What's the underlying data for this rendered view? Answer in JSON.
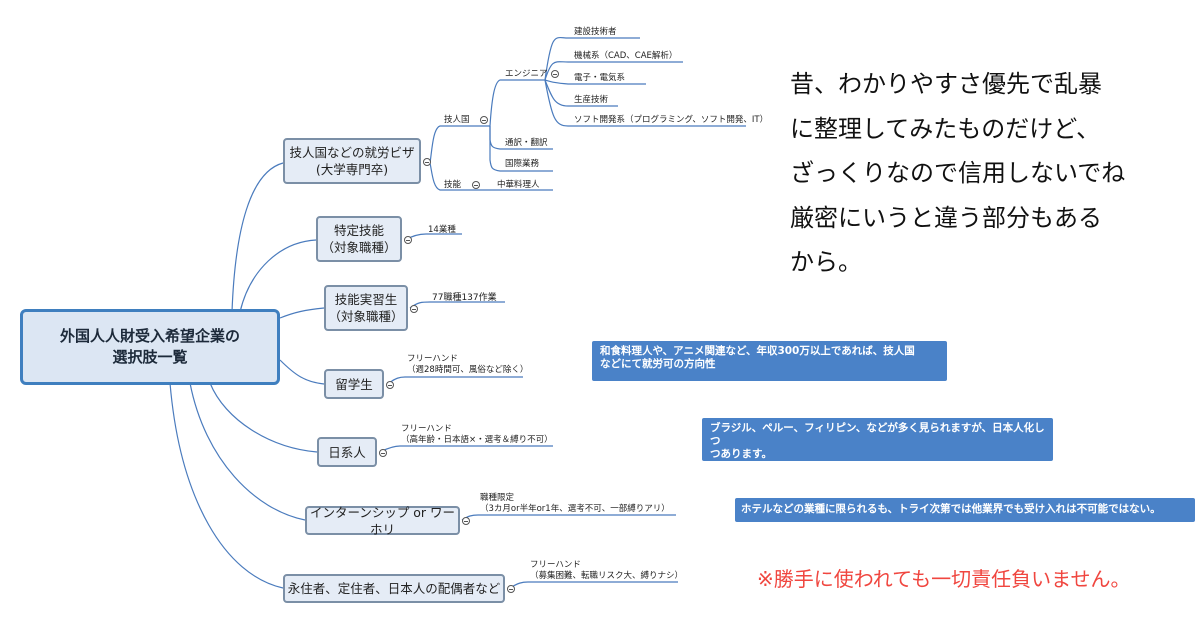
{
  "root": "外国人人財受入希望企業の\n選択肢一覧",
  "branches": {
    "gijinkoku": {
      "label": "技人国などの就労ビザ\n(大学専門卒)",
      "sub": {
        "gijinkoku_label": "技人国",
        "engineer_label": "エンジニア",
        "engineer_items": [
          "建設技術者",
          "機械系（CAD、CAE解析）",
          "電子・電気系",
          "生産技術",
          "ソフト開発系（プログラミング、ソフト開発、IT）"
        ],
        "translation": "通訳・翻訳",
        "international": "国際業務",
        "gino_label": "技能",
        "chef": "中華料理人"
      }
    },
    "tokutei": {
      "label": "特定技能\n（対象職種）",
      "detail": "14業種"
    },
    "jisshu": {
      "label": "技能実習生\n（対象職種）",
      "detail": "77職種137作業"
    },
    "ryugaku": {
      "label": "留学生",
      "detail": "フリーハンド\n（週28時間可、風俗など除く）"
    },
    "nikkei": {
      "label": "日系人",
      "detail": "フリーハンド\n（高年齢・日本語×・選考＆縛り不可）"
    },
    "intern": {
      "label": "インターンシップ or ワーホリ",
      "detail": "職種限定\n（3カ月or半年or1年、選考不可、一部縛りアリ）"
    },
    "eiju": {
      "label": "永住者、定住者、日本人の配偶者など",
      "detail": "フリーハンド\n（募集困難、転職リスク大、縛りナシ）"
    }
  },
  "notes": {
    "ryugaku": "和食料理人や、アニメ関連など、年収300万以上であれば、技人国\nなどにて就労可の方向性",
    "nikkei": "ブラジル、ペルー、フィリピン、などが多く見られますが、日本人化しつ\nつあります。",
    "intern": "ホテルなどの業種に限られるも、トライ次第では他業界でも受け入れは不可能ではない。"
  },
  "comment": "昔、わかりやすさ優先で乱暴\nに整理してみたものだけど、\nざっくりなので信用しないでね\n厳密にいうと違う部分もある\nから。",
  "disclaimer": "※勝手に使われても一切責任負いません。",
  "colors": {
    "line": "#4a7bbd",
    "root_border": "#3f7fbf",
    "node_fill": "#e5ecf6",
    "note_fill": "#4a82c8",
    "disclaimer": "#f0463f"
  }
}
